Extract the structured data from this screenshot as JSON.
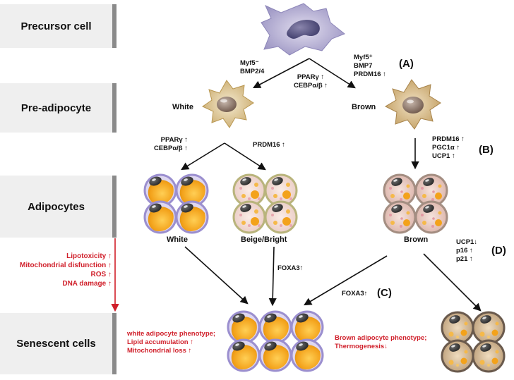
{
  "stages": {
    "precursor": "Precursor cell",
    "preadipocyte": "Pre-adipocyte",
    "adipocytes": "Adipocytes",
    "senescent": "Senescent cells"
  },
  "labels": {
    "white_pre": "White",
    "brown_pre": "Brown",
    "white_adipo": "White",
    "beige_adipo": "Beige/Bright",
    "brown_adipo": "Brown"
  },
  "markers": {
    "to_white_pre": [
      "Myf5⁻",
      "BMP2/4"
    ],
    "common_pre": [
      "PPARγ ↑",
      "CEBPα/β ↑"
    ],
    "to_brown_pre": [
      "Myf5⁺",
      "BMP7",
      "PRDM16 ↑"
    ],
    "white_to_white": [
      "PPARγ ↑",
      "CEBPα/β ↑"
    ],
    "white_to_beige": [
      "PRDM16 ↑"
    ],
    "brown_to_brown": [
      "PRDM16 ↑",
      "PGC1α ↑",
      "UCP1 ↑"
    ],
    "beige_to_senescent": [
      "FOXA3↑"
    ],
    "brown_to_senescent": [
      "FOXA3↑"
    ],
    "brown_senescence": [
      "UCP1↓",
      "p16 ↑",
      "p21 ↑"
    ]
  },
  "aging_factors": [
    "Lipotoxicity ↑",
    "Mitochondrial disfunction ↑",
    "ROS ↑",
    "DNA damage ↑"
  ],
  "white_senescent_phenotype": [
    "white adipocyte phenotype;",
    "Lipid accumulation ↑",
    "Mitochondrial loss  ↑"
  ],
  "brown_senescent_phenotype": [
    "Brown adipocyte phenotype;",
    "Thermogenesis↓"
  ],
  "panel_tags": {
    "a": "(A)",
    "b": "(B)",
    "c": "(C)",
    "d": "(D)"
  },
  "colors": {
    "accent_red": "#d01f2a",
    "stage_box": "#efefef",
    "stage_bar": "#8a8a8a"
  },
  "icons": [
    "precursor-cell-icon",
    "white-preadipocyte-icon",
    "brown-preadipocyte-icon",
    "white-adipocyte-cluster-icon",
    "beige-adipocyte-cluster-icon",
    "brown-adipocyte-cluster-icon",
    "senescent-white-cluster-icon",
    "senescent-brown-cluster-icon"
  ]
}
